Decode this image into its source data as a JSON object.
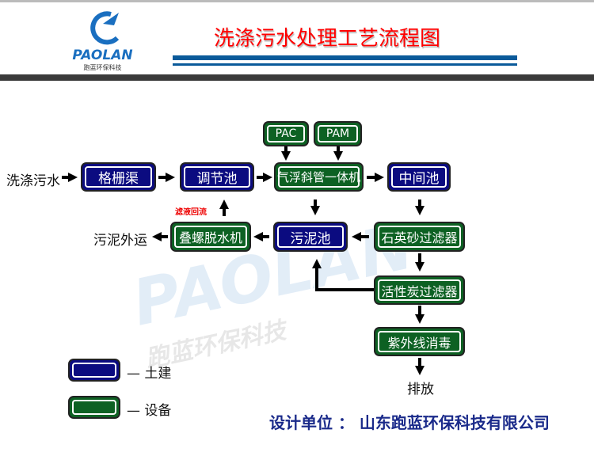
{
  "header": {
    "title": "洗涤污水处理工艺流程图",
    "logo_text": "PAOLAN",
    "logo_sub": "跑蓝环保科技"
  },
  "watermark": {
    "text": "PAOLAN",
    "sub": "跑蓝环保科技"
  },
  "flow": {
    "input": "洗涤污水",
    "grille": "格栅渠",
    "equalization": "调节池",
    "flotation": "气浮斜管一体机",
    "middle": "中间池",
    "pac": "PAC",
    "pam": "PAM",
    "sludge": "污泥池",
    "dewater": "叠螺脱水机",
    "sludge_out": "污泥外运",
    "filtrate_return": "滤液回流",
    "sand": "石英砂过滤器",
    "carbon": "活性炭过滤器",
    "uv": "紫外线消毒",
    "discharge": "排放"
  },
  "legend": [
    {
      "label": "— 土建",
      "color": "#0b0b80"
    },
    {
      "label": "— 设备",
      "color": "#0d6123"
    }
  ],
  "footer": {
    "designer": "设计单位 ： 山东跑蓝环保科技有限公司"
  }
}
